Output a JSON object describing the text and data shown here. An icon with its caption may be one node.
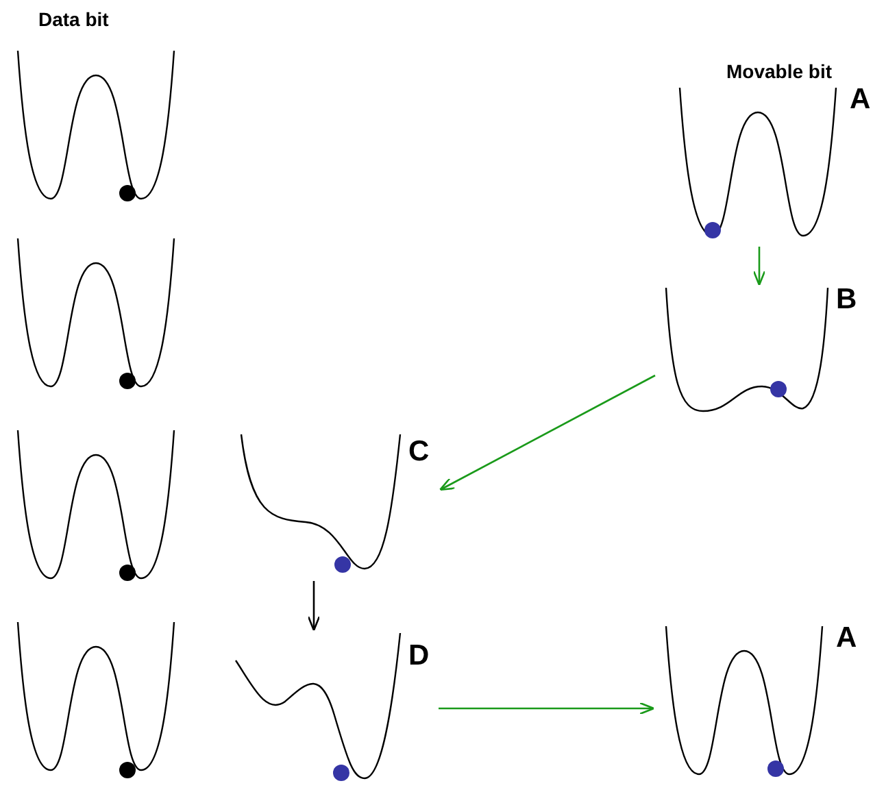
{
  "diagram": {
    "nodes": [
      {
        "text": [],
        "shape": "curve"
      },
      {
        "text": [
          "A"
        ]
      },
      {
        "text": [],
        "shape": "curve"
      },
      {
        "text": [
          "B"
        ]
      },
      {
        "text": [],
        "shape": "curve"
      },
      {
        "text": [
          "C"
        ]
      },
      {
        "text": [],
        "shape": "curve"
      },
      {
        "text": [
          "D"
        ]
      },
      {
        "text": [
          "A"
        ]
      }
    ],
    "edges": [
      {
        "from": 1,
        "to": 3,
        "arrow": "to"
      },
      {
        "from": 3,
        "to": 5,
        "arrow": "to"
      },
      {
        "from": 5,
        "to": 7,
        "arrow": "to",
        "color": "#000000"
      },
      {
        "from": 7,
        "to": 8,
        "arrow": "to"
      }
    ],
    "labels": [
      "Data bit",
      "Movable bit"
    ]
  }
}
